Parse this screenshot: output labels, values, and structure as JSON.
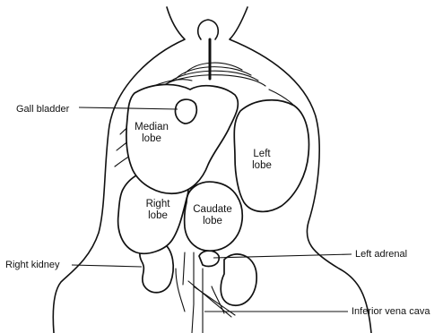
{
  "labels": {
    "gall_bladder": "Gall bladder",
    "median_lobe": "Median\nlobe",
    "left_lobe": "Left\nlobe",
    "right_lobe": "Right\nlobe",
    "caudate_lobe": "Caudate\nlobe",
    "right_kidney": "Right kidney",
    "left_adrenal": "Left adrenal",
    "inferior_vena_cava": "Inferior vena cava"
  }
}
